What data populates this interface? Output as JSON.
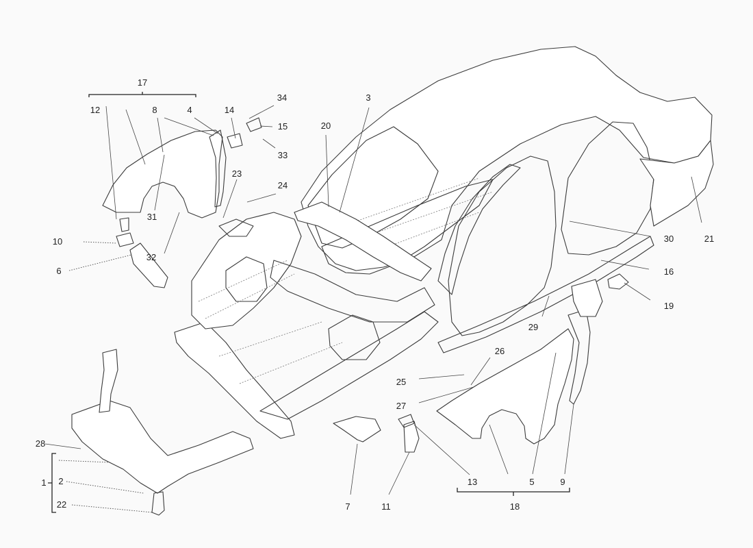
{
  "callouts": [
    {
      "id": "c1",
      "text": "1"
    },
    {
      "id": "c2",
      "text": "2"
    },
    {
      "id": "c3",
      "text": "3"
    },
    {
      "id": "c4",
      "text": "4"
    },
    {
      "id": "c5",
      "text": "5"
    },
    {
      "id": "c6",
      "text": "6"
    },
    {
      "id": "c7",
      "text": "7"
    },
    {
      "id": "c8",
      "text": "8"
    },
    {
      "id": "c9",
      "text": "9"
    },
    {
      "id": "c10",
      "text": "10"
    },
    {
      "id": "c11",
      "text": "11"
    },
    {
      "id": "c12",
      "text": "12"
    },
    {
      "id": "c13",
      "text": "13"
    },
    {
      "id": "c14",
      "text": "14"
    },
    {
      "id": "c15",
      "text": "15"
    },
    {
      "id": "c16",
      "text": "16"
    },
    {
      "id": "c17",
      "text": "17"
    },
    {
      "id": "c18",
      "text": "18"
    },
    {
      "id": "c19",
      "text": "19"
    },
    {
      "id": "c20",
      "text": "20"
    },
    {
      "id": "c21",
      "text": "21"
    },
    {
      "id": "c22",
      "text": "22"
    },
    {
      "id": "c23",
      "text": "23"
    },
    {
      "id": "c24",
      "text": "24"
    },
    {
      "id": "c25",
      "text": "25"
    },
    {
      "id": "c26",
      "text": "26"
    },
    {
      "id": "c27",
      "text": "27"
    },
    {
      "id": "c28",
      "text": "28"
    },
    {
      "id": "c29",
      "text": "29"
    },
    {
      "id": "c30",
      "text": "30"
    },
    {
      "id": "c31",
      "text": "31"
    },
    {
      "id": "c32",
      "text": "32"
    },
    {
      "id": "c33",
      "text": "33"
    },
    {
      "id": "c34",
      "text": "34"
    }
  ]
}
